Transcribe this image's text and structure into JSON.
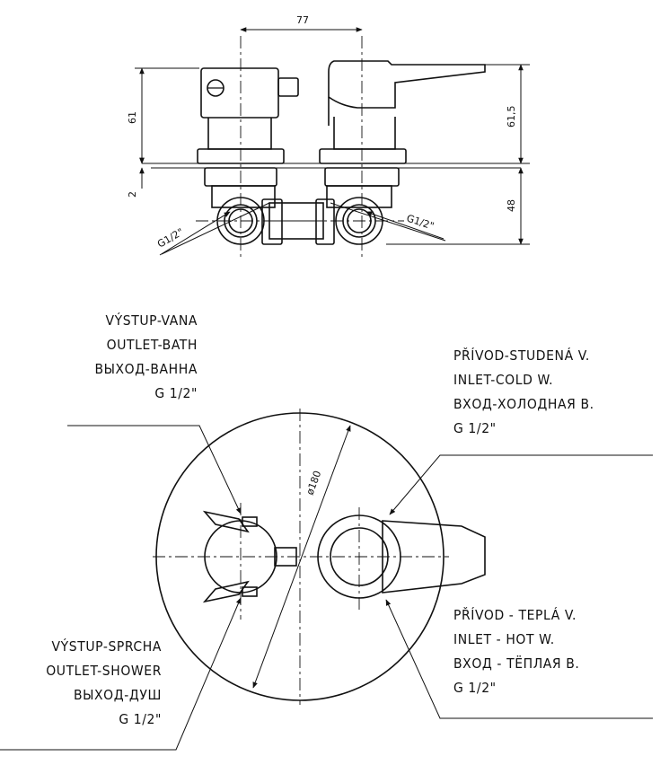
{
  "dimensions": {
    "top_width": "77",
    "left_height": "61",
    "left_gap": "2",
    "right_height": "61,5",
    "right_depth": "48",
    "thread_left": "G1/2\"",
    "thread_right": "G1/2\"",
    "diameter": "ø180"
  },
  "labels": {
    "outlet_bath": [
      "VÝSTUP-VANA",
      "OUTLET-BATH",
      "ВЫХОД-ВАННА",
      "G 1/2\""
    ],
    "inlet_cold": [
      "PŘÍVOD-STUDENÁ V.",
      "INLET-COLD W.",
      "ВХОД-ХОЛОДНАЯ В.",
      "G 1/2\""
    ],
    "outlet_shower": [
      "VÝSTUP-SPRCHA",
      "OUTLET-SHOWER",
      "ВЫХОД-ДУШ",
      "G 1/2\""
    ],
    "inlet_hot": [
      "PŘÍVOD - TEPLÁ V.",
      "INLET - HOT W.",
      "ВХОД - TËПЛАЯ В.",
      "G 1/2\""
    ]
  }
}
